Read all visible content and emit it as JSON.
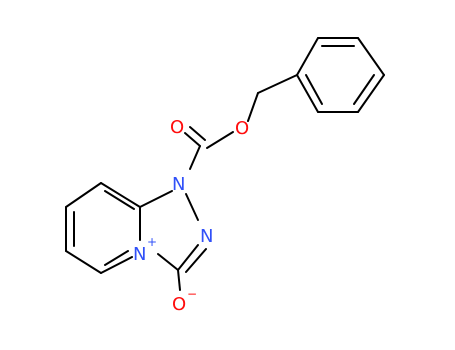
{
  "atoms": {
    "o_carbonyl": "O",
    "o_ester": "O",
    "n1": "N",
    "n2": "N",
    "n_plus": "N",
    "o_minus": "O"
  },
  "charges": {
    "n_plus": "+",
    "o_minus": "−"
  },
  "colors": {
    "bond": "#000000",
    "oxygen": "#ff0d0d",
    "nitrogen": "#3050f8",
    "background": "#ffffff"
  }
}
